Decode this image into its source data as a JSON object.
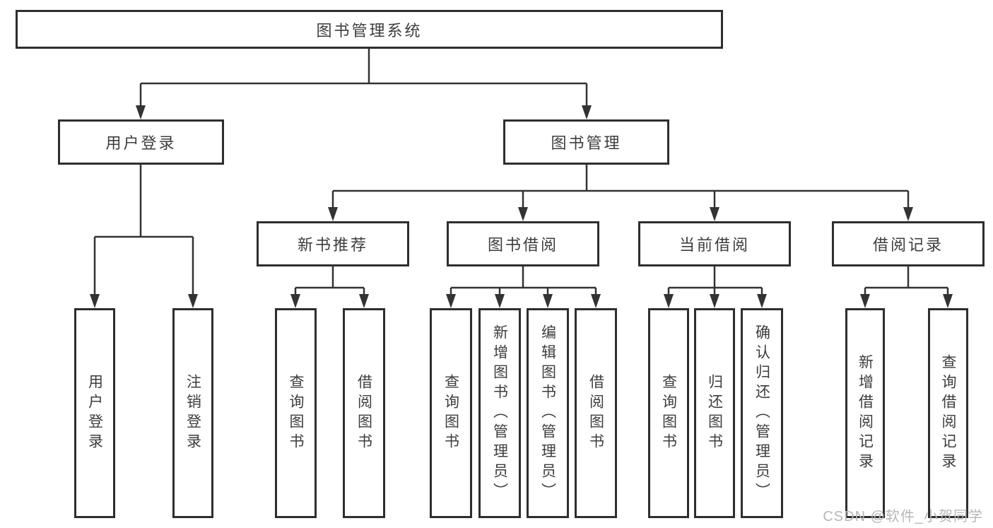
{
  "diagram": {
    "type": "tree",
    "title": "图书管理系统",
    "nodes": {
      "root": "图书管理系统",
      "user_login": "用户登录",
      "book_mgmt": "图书管理",
      "new_book_rec": "新书推荐",
      "book_borrow": "图书借阅",
      "current_borrow": "当前借阅",
      "borrow_records": "借阅记录",
      "leaf_user_login": "用户登录",
      "leaf_logout": "注销登录",
      "leaf_rec_query_books": "查询图书",
      "leaf_rec_borrow_books": "借阅图书",
      "leaf_bb_query_books": "查询图书",
      "leaf_bb_add_books": "新增图书（管理员）",
      "leaf_bb_edit_books": "编辑图书（管理员）",
      "leaf_bb_borrow_books": "借阅图书",
      "leaf_cb_query_books": "查询图书",
      "leaf_cb_return_books": "归还图书",
      "leaf_cb_confirm_return": "确认归还（管理员）",
      "leaf_br_add_record": "新增借阅记录",
      "leaf_br_query_record": "查询借阅记录"
    },
    "hierarchy": {
      "图书管理系统": [
        "用户登录",
        "图书管理"
      ],
      "用户登录": [
        "用户登录",
        "注销登录"
      ],
      "图书管理": [
        "新书推荐",
        "图书借阅",
        "当前借阅",
        "借阅记录"
      ],
      "新书推荐": [
        "查询图书",
        "借阅图书"
      ],
      "图书借阅": [
        "查询图书",
        "新增图书（管理员）",
        "编辑图书（管理员）",
        "借阅图书"
      ],
      "当前借阅": [
        "查询图书",
        "归还图书",
        "确认归还（管理员）"
      ],
      "借阅记录": [
        "新增借阅记录",
        "查询借阅记录"
      ]
    },
    "colors": {
      "line": "#333333",
      "box_border": "#2e2e2e",
      "text": "#3d3d3d",
      "background": "#ffffff",
      "watermark": "#b7b7b7"
    }
  },
  "watermark": {
    "text": "CSDN @软件_小贺同学"
  }
}
